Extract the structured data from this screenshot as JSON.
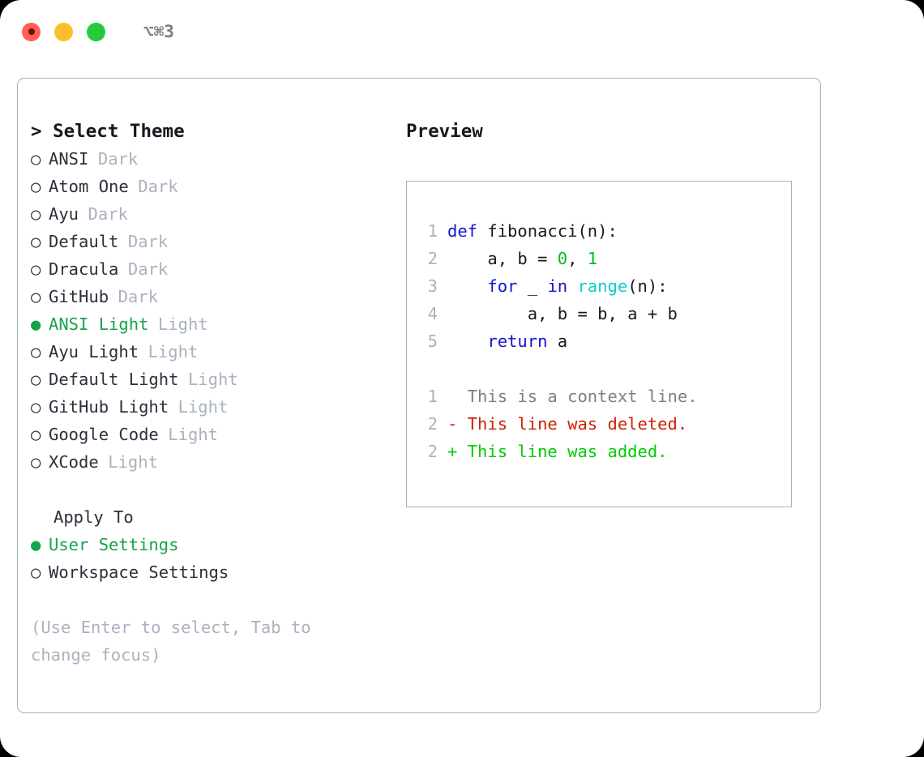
{
  "window": {
    "shortcut": "⌥⌘3",
    "traffic_lights": [
      {
        "name": "close",
        "color": "#ff5f56"
      },
      {
        "name": "minimize",
        "color": "#ffbd2e"
      },
      {
        "name": "maximize",
        "color": "#27c93f"
      }
    ]
  },
  "colors": {
    "accent_green": "#16a34a",
    "muted": "#aab2bf",
    "text": "#2b303b",
    "border": "#a8b0bc",
    "keyword_blue": "#1414d2",
    "function_cyan": "#11cccc",
    "number_green": "#00bb22",
    "diff_delete_red": "#cc2200",
    "diff_add_green": "#00cc00",
    "diff_context_gray": "#808080"
  },
  "theme_selector": {
    "title": "> Select Theme",
    "selected_bullet": "●",
    "unselected_bullet": "○",
    "items": [
      {
        "name": "ANSI",
        "tag": "Dark",
        "selected": false
      },
      {
        "name": "Atom One",
        "tag": "Dark",
        "selected": false
      },
      {
        "name": "Ayu",
        "tag": "Dark",
        "selected": false
      },
      {
        "name": "Default",
        "tag": "Dark",
        "selected": false
      },
      {
        "name": "Dracula",
        "tag": "Dark",
        "selected": false
      },
      {
        "name": "GitHub",
        "tag": "Dark",
        "selected": false
      },
      {
        "name": "ANSI Light",
        "tag": "Light",
        "selected": true
      },
      {
        "name": "Ayu Light",
        "tag": "Light",
        "selected": false
      },
      {
        "name": "Default Light",
        "tag": "Light",
        "selected": false
      },
      {
        "name": "GitHub Light",
        "tag": "Light",
        "selected": false
      },
      {
        "name": "Google Code",
        "tag": "Light",
        "selected": false
      },
      {
        "name": "XCode",
        "tag": "Light",
        "selected": false
      }
    ]
  },
  "apply_to": {
    "title": "Apply To",
    "options": [
      {
        "label": "User Settings",
        "selected": true
      },
      {
        "label": "Workspace Settings",
        "selected": false
      }
    ]
  },
  "hint": "(Use Enter to select, Tab to change focus)",
  "preview": {
    "title": "Preview",
    "code_lines": [
      {
        "num": "1",
        "tokens": [
          {
            "t": "def",
            "c": "tok-kw"
          },
          {
            "t": " fibonacci(n):",
            "c": "tok-txt"
          }
        ]
      },
      {
        "num": "2",
        "tokens": [
          {
            "t": "    a, b = ",
            "c": "tok-txt"
          },
          {
            "t": "0",
            "c": "tok-num"
          },
          {
            "t": ", ",
            "c": "tok-txt"
          },
          {
            "t": "1",
            "c": "tok-num"
          }
        ]
      },
      {
        "num": "3",
        "tokens": [
          {
            "t": "    ",
            "c": "tok-txt"
          },
          {
            "t": "for",
            "c": "tok-kw"
          },
          {
            "t": " _ ",
            "c": "tok-txt"
          },
          {
            "t": "in",
            "c": "tok-kw"
          },
          {
            "t": " ",
            "c": "tok-txt"
          },
          {
            "t": "range",
            "c": "tok-fn"
          },
          {
            "t": "(n):",
            "c": "tok-txt"
          }
        ]
      },
      {
        "num": "4",
        "tokens": [
          {
            "t": "        a, b = b, a + b",
            "c": "tok-txt"
          }
        ]
      },
      {
        "num": "5",
        "tokens": [
          {
            "t": "    ",
            "c": "tok-txt"
          },
          {
            "t": "return",
            "c": "tok-kw"
          },
          {
            "t": " a",
            "c": "tok-txt"
          }
        ]
      }
    ],
    "diff_lines": [
      {
        "num": "1",
        "tokens": [
          {
            "t": "  This is a context line.",
            "c": "tok-ctx"
          }
        ]
      },
      {
        "num": "2",
        "tokens": [
          {
            "t": "- This line was deleted.",
            "c": "tok-del"
          }
        ]
      },
      {
        "num": "2",
        "tokens": [
          {
            "t": "+ This line was added.",
            "c": "tok-add"
          }
        ]
      }
    ]
  }
}
